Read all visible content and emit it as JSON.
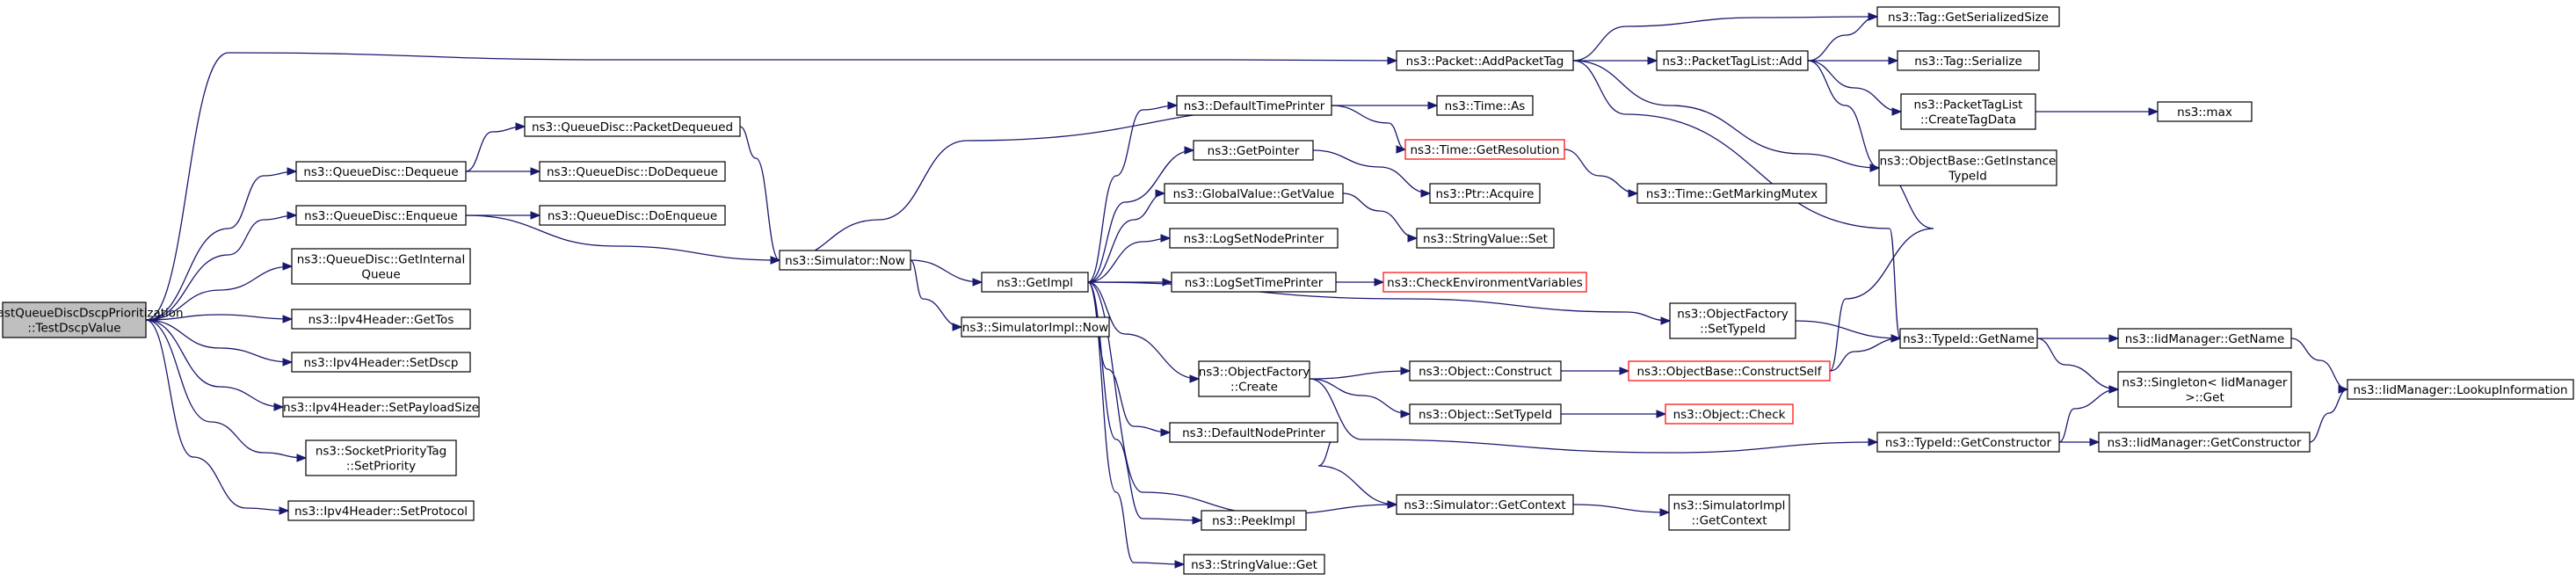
{
  "graph": {
    "edge_color": "#191970",
    "warning_color": "#ff0000",
    "root_fill": "#bfbfbf",
    "nodes": [
      {
        "id": "root",
        "lines": [
          "PfifoFastQueueDiscDscpPrioritization",
          "::TestDscpValue"
        ],
        "style": "root"
      },
      {
        "id": "dequeue",
        "lines": [
          "ns3::QueueDisc::Dequeue"
        ]
      },
      {
        "id": "enqueue",
        "lines": [
          "ns3::QueueDisc::Enqueue"
        ]
      },
      {
        "id": "getinternal",
        "lines": [
          "ns3::QueueDisc::GetInternal",
          "Queue"
        ]
      },
      {
        "id": "gettos",
        "lines": [
          "ns3::Ipv4Header::GetTos"
        ]
      },
      {
        "id": "setdscp",
        "lines": [
          "ns3::Ipv4Header::SetDscp"
        ]
      },
      {
        "id": "setpayload",
        "lines": [
          "ns3::Ipv4Header::SetPayloadSize"
        ]
      },
      {
        "id": "setpriority",
        "lines": [
          "ns3::SocketPriorityTag",
          "::SetPriority"
        ]
      },
      {
        "id": "setprotocol",
        "lines": [
          "ns3::Ipv4Header::SetProtocol"
        ]
      },
      {
        "id": "pktdequeued",
        "lines": [
          "ns3::QueueDisc::PacketDequeued"
        ]
      },
      {
        "id": "dodequeue",
        "lines": [
          "ns3::QueueDisc::DoDequeue"
        ]
      },
      {
        "id": "doenqueue",
        "lines": [
          "ns3::QueueDisc::DoEnqueue"
        ]
      },
      {
        "id": "simnow",
        "lines": [
          "ns3::Simulator::Now"
        ]
      },
      {
        "id": "getimpl",
        "lines": [
          "ns3::GetImpl"
        ]
      },
      {
        "id": "simimplnow",
        "lines": [
          "ns3::SimulatorImpl::Now"
        ]
      },
      {
        "id": "deftimeprinter",
        "lines": [
          "ns3::DefaultTimePrinter"
        ]
      },
      {
        "id": "getpointer",
        "lines": [
          "ns3::GetPointer"
        ]
      },
      {
        "id": "gvgetvalue",
        "lines": [
          "ns3::GlobalValue::GetValue"
        ]
      },
      {
        "id": "lognodeprinter",
        "lines": [
          "ns3::LogSetNodePrinter"
        ]
      },
      {
        "id": "logtimeprinter",
        "lines": [
          "ns3::LogSetTimePrinter"
        ]
      },
      {
        "id": "ofcreate",
        "lines": [
          "ns3::ObjectFactory",
          "::Create"
        ]
      },
      {
        "id": "defnodeprinter",
        "lines": [
          "ns3::DefaultNodePrinter"
        ]
      },
      {
        "id": "peekimpl",
        "lines": [
          "ns3::PeekImpl"
        ]
      },
      {
        "id": "svget",
        "lines": [
          "ns3::StringValue::Get"
        ]
      },
      {
        "id": "addpackettag",
        "lines": [
          "ns3::Packet::AddPacketTag"
        ]
      },
      {
        "id": "timeas",
        "lines": [
          "ns3::Time::As"
        ]
      },
      {
        "id": "getresolution",
        "lines": [
          "ns3::Time::GetResolution"
        ],
        "style": "warn"
      },
      {
        "id": "ptracquire",
        "lines": [
          "ns3::Ptr::Acquire"
        ]
      },
      {
        "id": "svset",
        "lines": [
          "ns3::StringValue::Set"
        ]
      },
      {
        "id": "checkenv",
        "lines": [
          "ns3::CheckEnvironmentVariables"
        ],
        "style": "warn"
      },
      {
        "id": "objconstruct",
        "lines": [
          "ns3::Object::Construct"
        ]
      },
      {
        "id": "objsettypeid",
        "lines": [
          "ns3::Object::SetTypeId"
        ]
      },
      {
        "id": "simgetcontext",
        "lines": [
          "ns3::Simulator::GetContext"
        ]
      },
      {
        "id": "ofsettypeid",
        "lines": [
          "ns3::ObjectFactory",
          "::SetTypeId"
        ]
      },
      {
        "id": "constructself",
        "lines": [
          "ns3::ObjectBase::ConstructSelf"
        ],
        "style": "warn"
      },
      {
        "id": "objcheck",
        "lines": [
          "ns3::Object::Check"
        ],
        "style": "warn"
      },
      {
        "id": "simimplgetctx",
        "lines": [
          "ns3::SimulatorImpl",
          "::GetContext"
        ]
      },
      {
        "id": "ptladd",
        "lines": [
          "ns3::PacketTagList::Add"
        ]
      },
      {
        "id": "timemutex",
        "lines": [
          "ns3::Time::GetMarkingMutex"
        ]
      },
      {
        "id": "typeidgetname",
        "lines": [
          "ns3::TypeId::GetName"
        ]
      },
      {
        "id": "typeidgetctor",
        "lines": [
          "ns3::TypeId::GetConstructor"
        ]
      },
      {
        "id": "tagserialsize",
        "lines": [
          "ns3::Tag::GetSerializedSize"
        ]
      },
      {
        "id": "tagserialize",
        "lines": [
          "ns3::Tag::Serialize"
        ]
      },
      {
        "id": "createtagdata",
        "lines": [
          "ns3::PacketTagList",
          "::CreateTagData"
        ]
      },
      {
        "id": "getinstancetypeid",
        "lines": [
          "ns3::ObjectBase::GetInstance",
          "TypeId"
        ]
      },
      {
        "id": "idmgetname",
        "lines": [
          "ns3::IidManager::GetName"
        ]
      },
      {
        "id": "singletonget",
        "lines": [
          "ns3::Singleton< IidManager",
          ">::Get"
        ]
      },
      {
        "id": "idmgetctor",
        "lines": [
          "ns3::IidManager::GetConstructor"
        ]
      },
      {
        "id": "max",
        "lines": [
          "ns3::max"
        ]
      },
      {
        "id": "lookupinfo",
        "lines": [
          "ns3::IidManager::LookupInformation"
        ]
      }
    ]
  }
}
